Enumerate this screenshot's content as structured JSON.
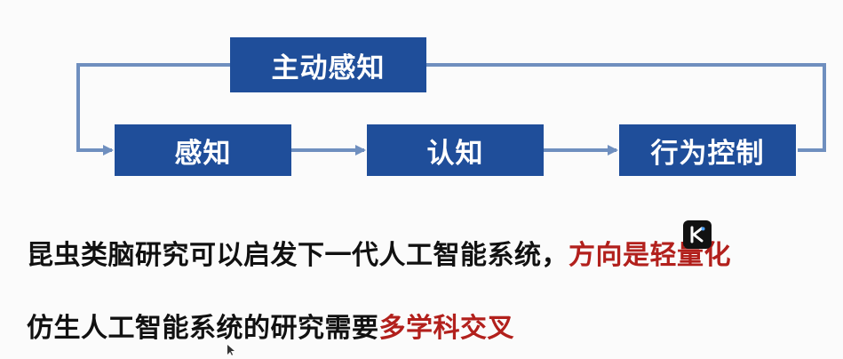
{
  "diagram": {
    "top_box": "主动感知",
    "boxes": [
      "感知",
      "认知",
      "行为控制"
    ],
    "box_color": "#1f4e9a",
    "arrow_color": "#6f8fbf"
  },
  "text": {
    "line1_main": "昆虫类脑研究可以启发下一代人工智能系统，",
    "line1_highlight": "方向是轻量化",
    "line2_main": "仿生人工智能系统的研究需要",
    "line2_highlight": "多学科交叉"
  },
  "colors": {
    "highlight": "#b2201c",
    "body_text": "#111111"
  },
  "icons": {
    "badge": "k-logo-icon",
    "cursor": "mouse-pointer-icon"
  }
}
